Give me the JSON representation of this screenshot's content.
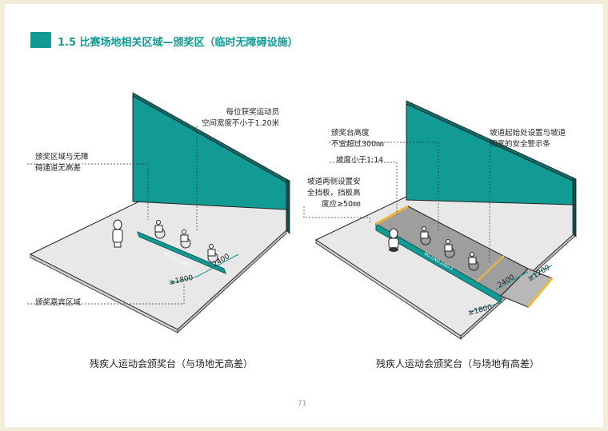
{
  "header": {
    "title": "1.5 比赛场地相关区域—颁奖区（临时无障碍设施）"
  },
  "left_diagram": {
    "caption": "残疾人运动会颁奖台（与场地无高差）",
    "annotations": {
      "space_width": [
        "每位获奖运动员",
        "空间宽度不小于1.20米"
      ],
      "no_level_diff": [
        "颁奖区域与无障",
        "碍通道无高差"
      ],
      "guest_area": "颁奖嘉宾区域"
    },
    "dims": {
      "width": "≥1800",
      "length": "2400"
    },
    "podium_label": "NO.1/NO.2/NO.3"
  },
  "right_diagram": {
    "caption": "残疾人运动会颁奖台（与场地有高差）",
    "annotations": {
      "podium_height": [
        "颁奖台高度",
        "不宜超过300㎜"
      ],
      "ramp_slope": "坡度小于1:14",
      "guard_board": [
        "坡道两侧设置安",
        "全挡板，挡板高",
        "度应≥50㎜"
      ],
      "warning_strip": [
        "坡道起始处设置与坡道",
        "同宽的安全警示条"
      ]
    },
    "dims": {
      "width": "≥1800",
      "length": "2400",
      "ramp": "≥1200"
    },
    "podium_label": "NO.1/NO.2/NO.3"
  },
  "footer": {
    "page_number": "71"
  },
  "colors": {
    "teal": "#129a94",
    "floor": "#e8e8e8",
    "outline": "#222222",
    "warning": "#f0b73a",
    "page_bg": "#f3ecd8"
  }
}
